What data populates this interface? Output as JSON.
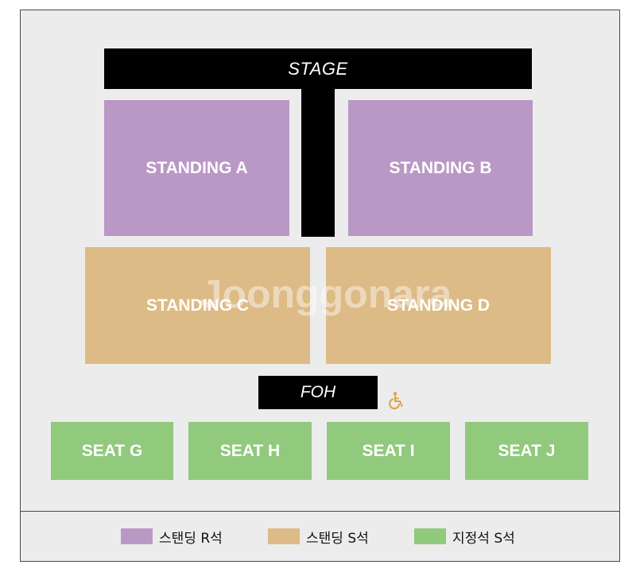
{
  "stage": {
    "label": "STAGE"
  },
  "zones": {
    "standing_a": "STANDING A",
    "standing_b": "STANDING B",
    "standing_c": "STANDING C",
    "standing_d": "STANDING D",
    "seat_g": "SEAT G",
    "seat_h": "SEAT H",
    "seat_i": "SEAT I",
    "seat_j": "SEAT J"
  },
  "foh": {
    "label": "FOH"
  },
  "accessibility": {
    "icon": "wheelchair-icon"
  },
  "legend": [
    {
      "label": "스탠딩 R석",
      "color": "#b998c6"
    },
    {
      "label": "스탠딩 S석",
      "color": "#ddbb86"
    },
    {
      "label": "지정석 S석",
      "color": "#91c97d"
    }
  ],
  "watermark": {
    "text": "Joonggonara"
  }
}
